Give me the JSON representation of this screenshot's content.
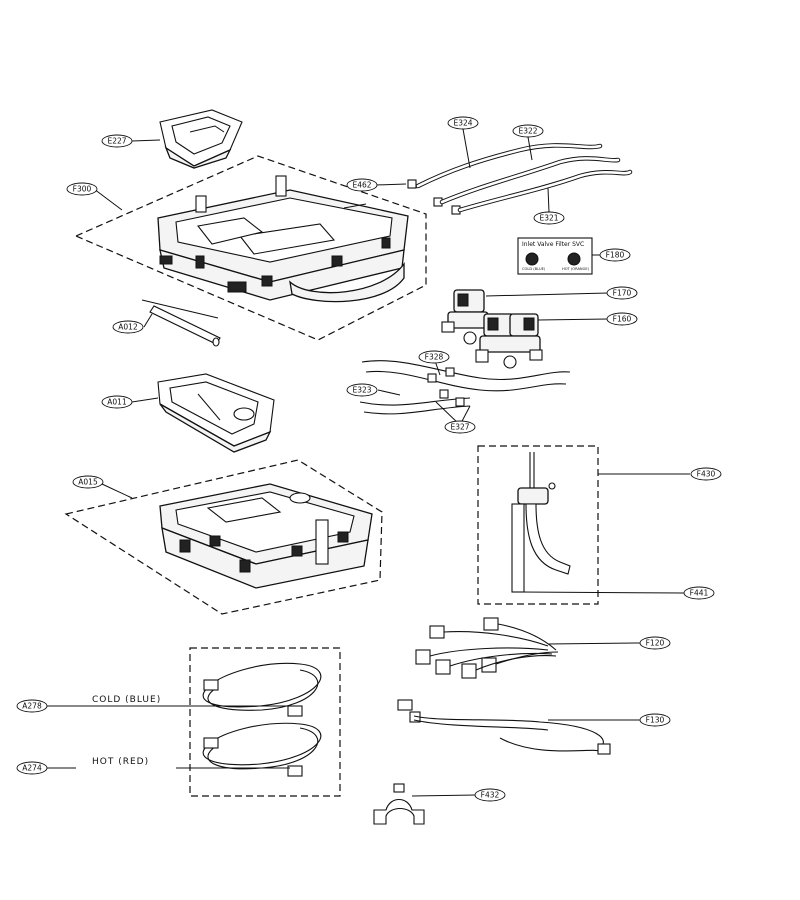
{
  "diagram": {
    "callouts": {
      "E227": "E227",
      "F300": "F300",
      "E462": "E462",
      "E324": "E324",
      "E322": "E322",
      "E321": "E321",
      "F180": "F180",
      "F170": "F170",
      "F160": "F160",
      "A012": "A012",
      "F328": "F328",
      "E323": "E323",
      "E327": "E327",
      "A011": "A011",
      "A015": "A015",
      "F430": "F430",
      "F441": "F441",
      "F120": "F120",
      "A278": "A278",
      "A274": "A274",
      "F130": "F130",
      "F432": "F432"
    },
    "filter_label": {
      "title": "Inlet Valve Filter SVC",
      "cold": "COLD (BLUE)",
      "hot": "HOT (ORANGE)"
    },
    "hose_labels": {
      "cold": "COLD (BLUE)",
      "hot": "HOT (RED)"
    }
  }
}
